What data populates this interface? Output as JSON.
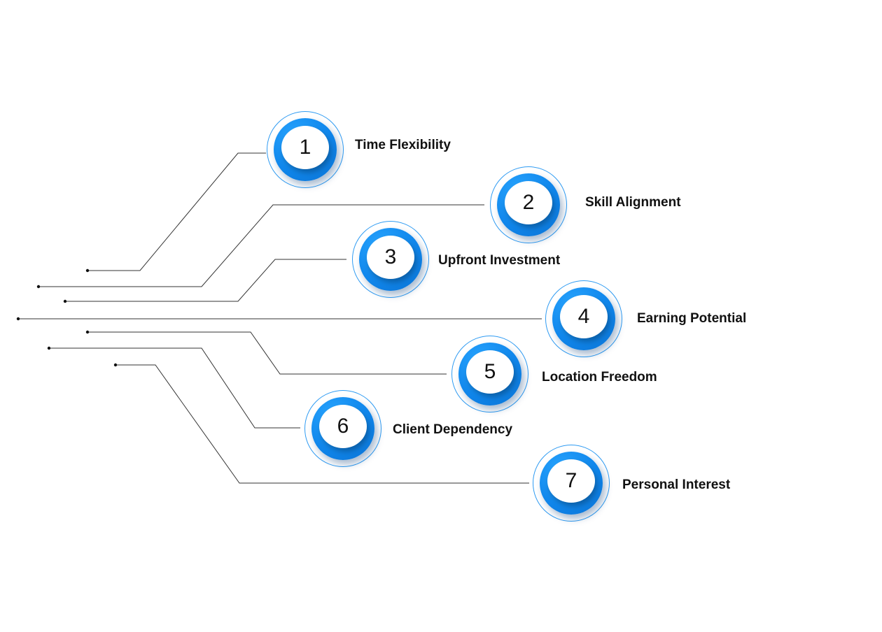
{
  "items": [
    {
      "number": "1",
      "label": "Time Flexibility"
    },
    {
      "number": "2",
      "label": "Skill Alignment"
    },
    {
      "number": "3",
      "label": "Upfront Investment"
    },
    {
      "number": "4",
      "label": "Earning Potential"
    },
    {
      "number": "5",
      "label": "Location Freedom"
    },
    {
      "number": "6",
      "label": "Client Dependency"
    },
    {
      "number": "7",
      "label": "Personal Interest"
    }
  ],
  "colors": {
    "accent": "#1087ec",
    "ring": "#2f9bf2",
    "line": "#333333",
    "text": "#111111"
  }
}
